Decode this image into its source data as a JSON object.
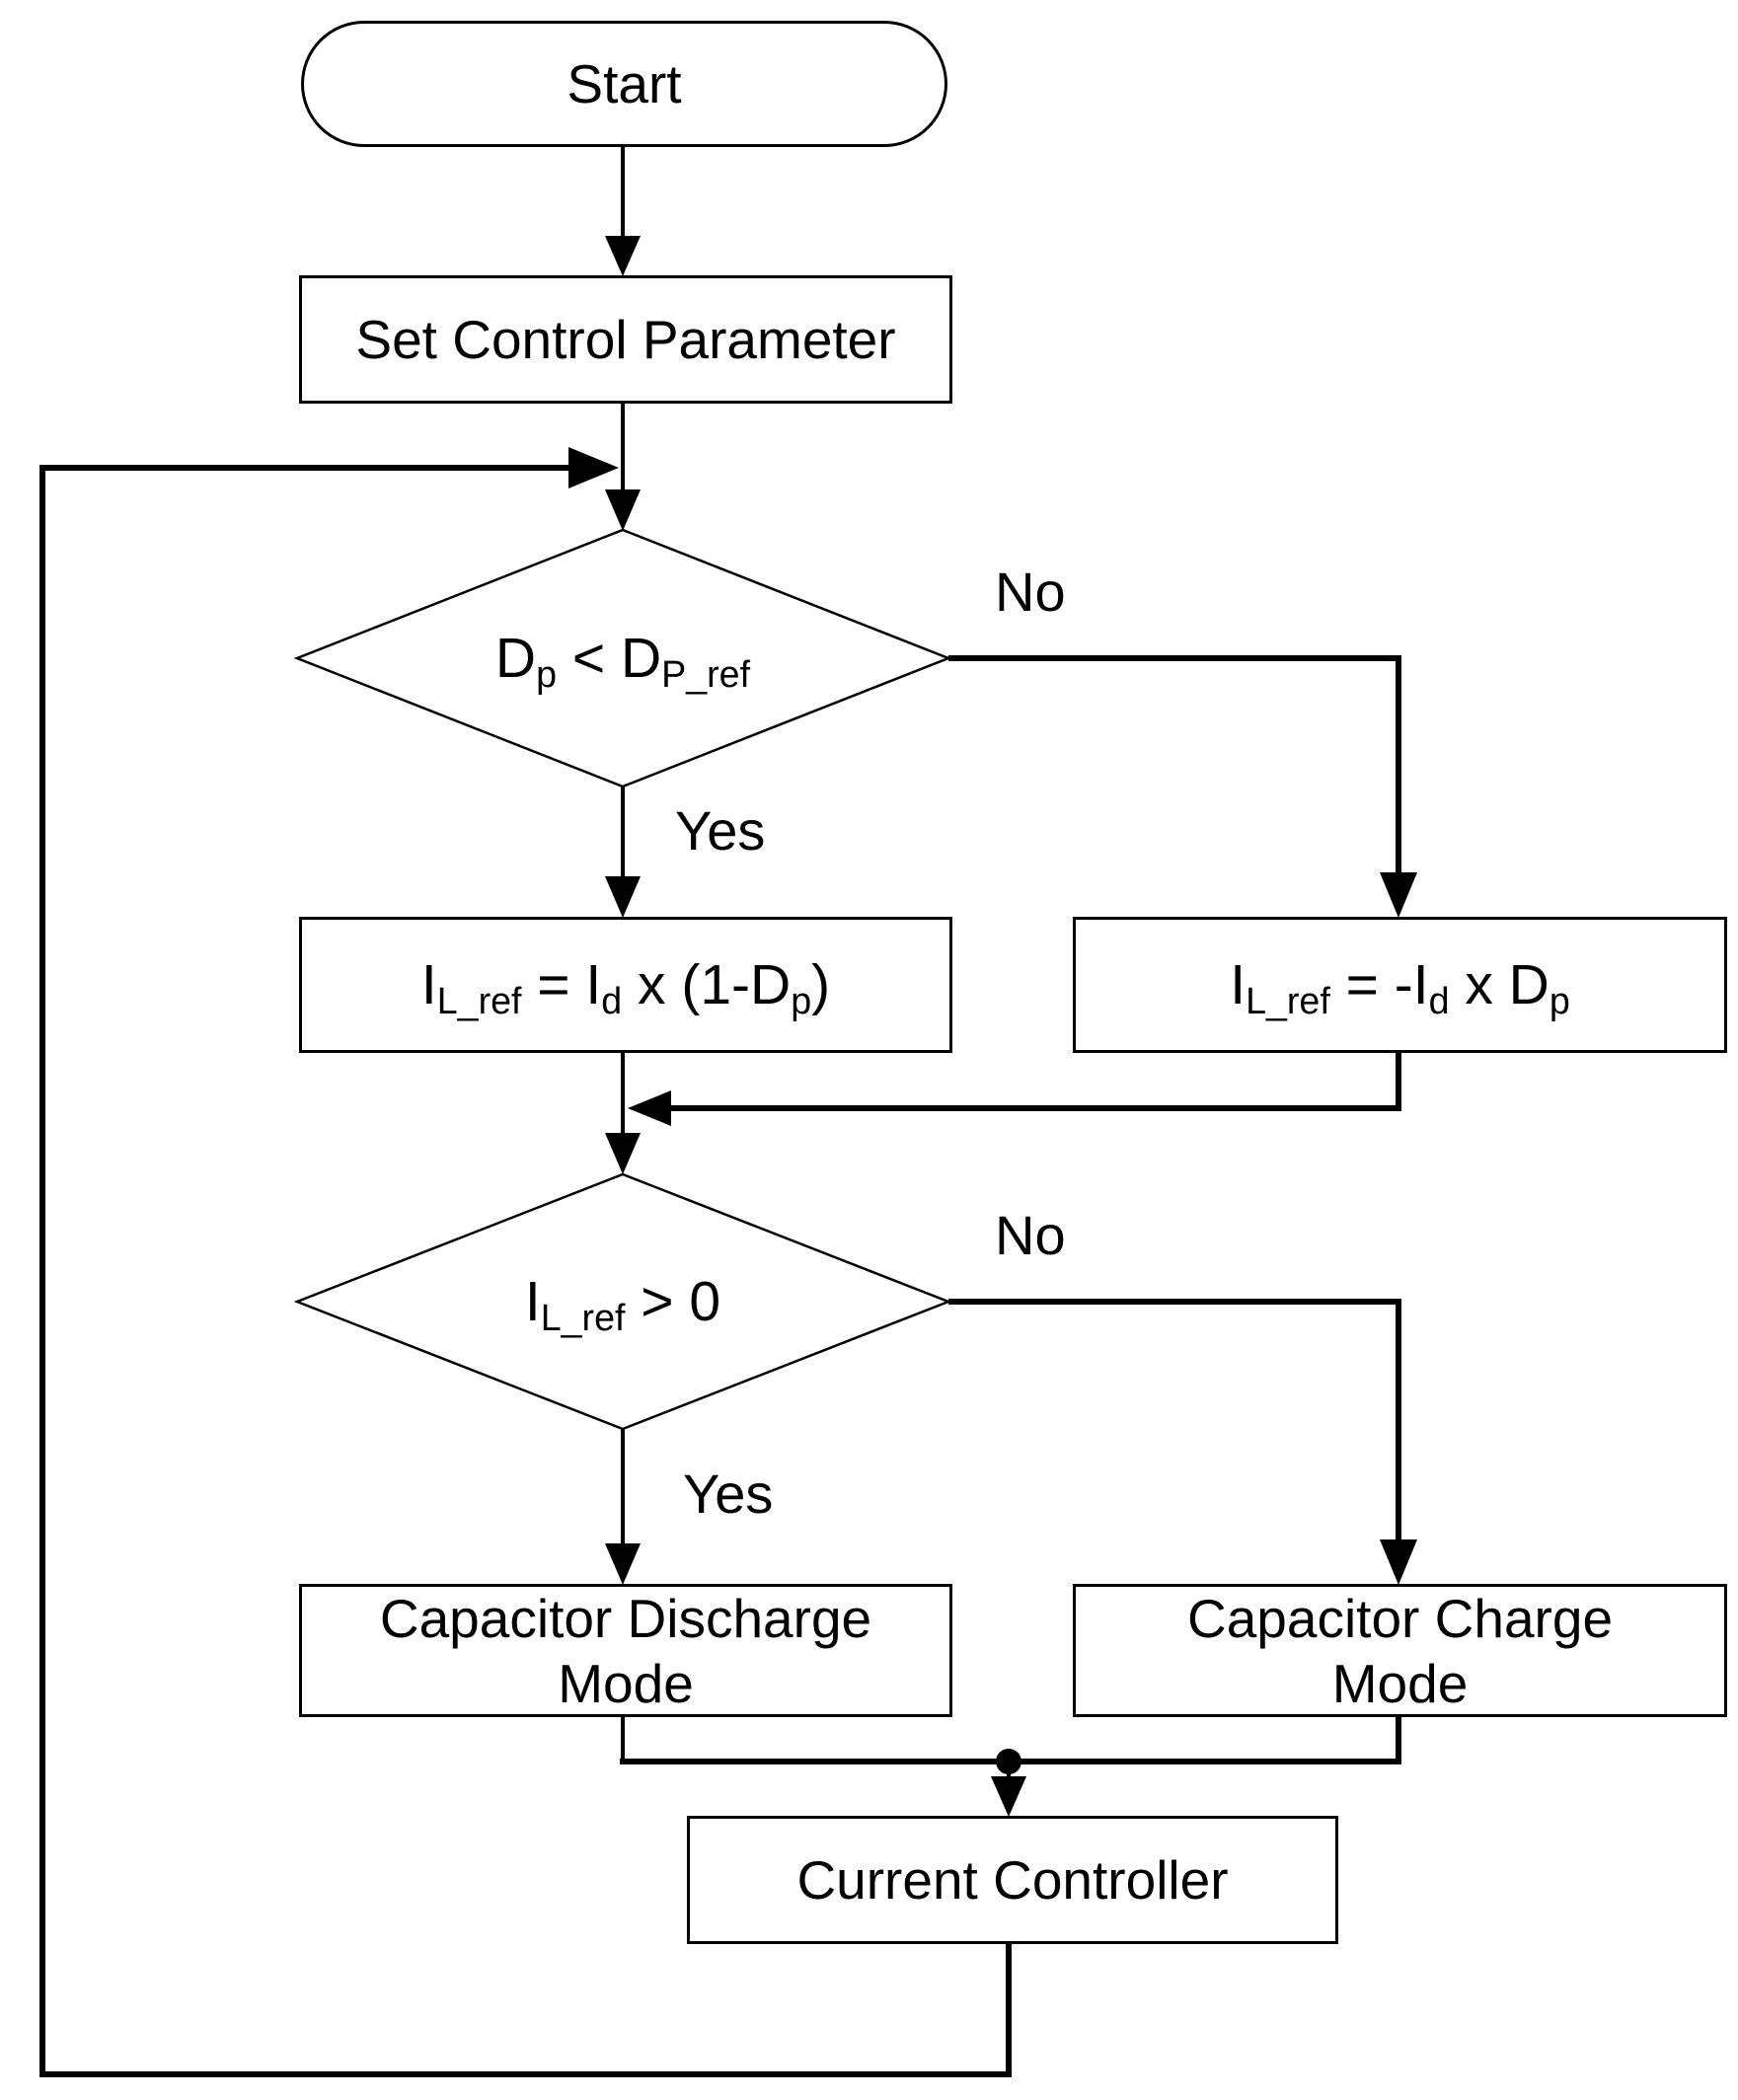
{
  "page": {
    "background_color": "#ffffff",
    "line_color": "#000000"
  },
  "flowchart": {
    "nodes": {
      "start": {
        "type": "terminator",
        "label": "Start"
      },
      "set_control_parameter": {
        "type": "process",
        "label": "Set Control Parameter"
      },
      "decision_dp": {
        "type": "decision",
        "expression": "Dp < DP_ref",
        "parts": [
          {
            "text": "D",
            "sub": false
          },
          {
            "text": "p",
            "sub": true
          },
          {
            "text": " < ",
            "sub": false
          },
          {
            "text": "D",
            "sub": false
          },
          {
            "text": "P_ref",
            "sub": true
          }
        ]
      },
      "formula_discharge": {
        "type": "process",
        "expression": "IL_ref = Id x (1-Dp)",
        "parts": [
          {
            "text": "I",
            "sub": false
          },
          {
            "text": "L_ref",
            "sub": true
          },
          {
            "text": " = I",
            "sub": false
          },
          {
            "text": "d",
            "sub": true
          },
          {
            "text": " x (1-D",
            "sub": false
          },
          {
            "text": "p",
            "sub": true
          },
          {
            "text": ")",
            "sub": false
          }
        ]
      },
      "formula_charge": {
        "type": "process",
        "expression": "IL_ref = -Id x Dp",
        "parts": [
          {
            "text": "I",
            "sub": false
          },
          {
            "text": "L_ref",
            "sub": true
          },
          {
            "text": " = -I",
            "sub": false
          },
          {
            "text": "d",
            "sub": true
          },
          {
            "text": " x D",
            "sub": false
          },
          {
            "text": "p",
            "sub": true
          }
        ]
      },
      "decision_il": {
        "type": "decision",
        "expression": "IL_ref > 0",
        "parts": [
          {
            "text": "I",
            "sub": false
          },
          {
            "text": "L_ref",
            "sub": true
          },
          {
            "text": " > 0",
            "sub": false
          }
        ]
      },
      "capacitor_discharge_mode": {
        "type": "process",
        "label_line1": "Capacitor Discharge",
        "label_line2": "Mode"
      },
      "capacitor_charge_mode": {
        "type": "process",
        "label_line1": "Capacitor Charge",
        "label_line2": "Mode"
      },
      "current_controller": {
        "type": "process",
        "label": "Current Controller"
      }
    },
    "edge_labels": {
      "dp_yes": "Yes",
      "dp_no": "No",
      "il_yes": "Yes",
      "il_no": "No"
    }
  }
}
